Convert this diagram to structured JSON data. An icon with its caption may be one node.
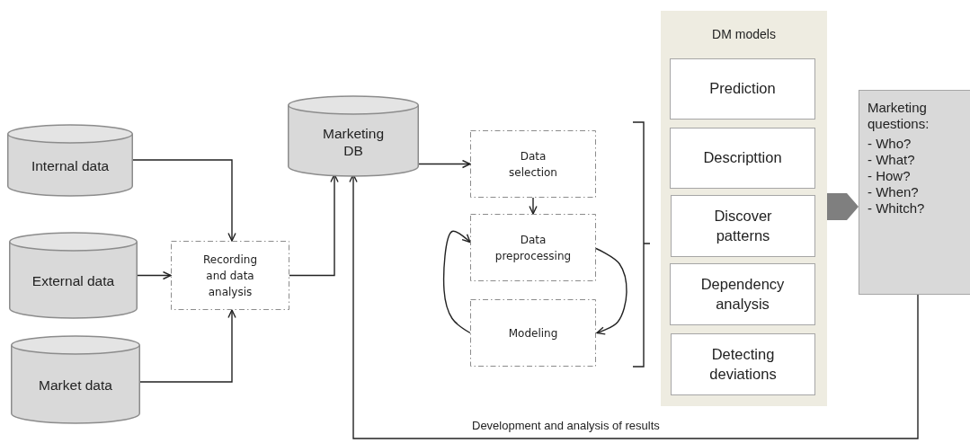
{
  "diagram": {
    "nodes": [
      {
        "text": [
          "Internal data"
        ]
      },
      {
        "text": [
          "External data"
        ]
      },
      {
        "text": [
          "Market data"
        ]
      },
      {
        "text": [
          "Recording and data analysis"
        ]
      },
      {
        "text": [
          "Marketing DB"
        ]
      },
      {
        "text": [
          "Data selection"
        ]
      },
      {
        "text": [
          "Data preprocessing"
        ]
      },
      {
        "text": [
          "Modeling"
        ]
      },
      {
        "text": [
          "DM models"
        ]
      },
      {
        "text": [
          "Prediction"
        ],
        "in": 8
      },
      {
        "text": [
          "Descripttion"
        ],
        "in": 8
      },
      {
        "text": [
          "Discover patterns"
        ],
        "in": 8
      },
      {
        "text": [
          "Dependency analysis"
        ],
        "in": 8
      },
      {
        "text": [
          "Detecting deviations"
        ],
        "in": 8
      },
      {
        "text": [
          "Marketing questions:",
          "- Who?",
          "- What?",
          "- How?",
          "- When?",
          "- Whitch?"
        ]
      }
    ],
    "edges": [
      {
        "from": 0,
        "to": 3,
        "arrow": "to"
      },
      {
        "from": 1,
        "to": 3,
        "arrow": "to"
      },
      {
        "from": 2,
        "to": 3,
        "arrow": "to"
      },
      {
        "from": 3,
        "to": 4,
        "arrow": "to"
      },
      {
        "from": 4,
        "to": 5,
        "arrow": "to"
      },
      {
        "from": 5,
        "to": 6,
        "arrow": "to"
      },
      {
        "from": 6,
        "to": 7,
        "arrow": "to"
      },
      {
        "from": 7,
        "to": 6,
        "arrow": "to"
      },
      {
        "from": 14,
        "to": 4,
        "arrow": "to",
        "label": "Development and analysis of results"
      },
      {
        "from": 8,
        "to": 14,
        "arrow": "to",
        "style": "thick",
        "color": "#7f7f7f"
      }
    ]
  }
}
